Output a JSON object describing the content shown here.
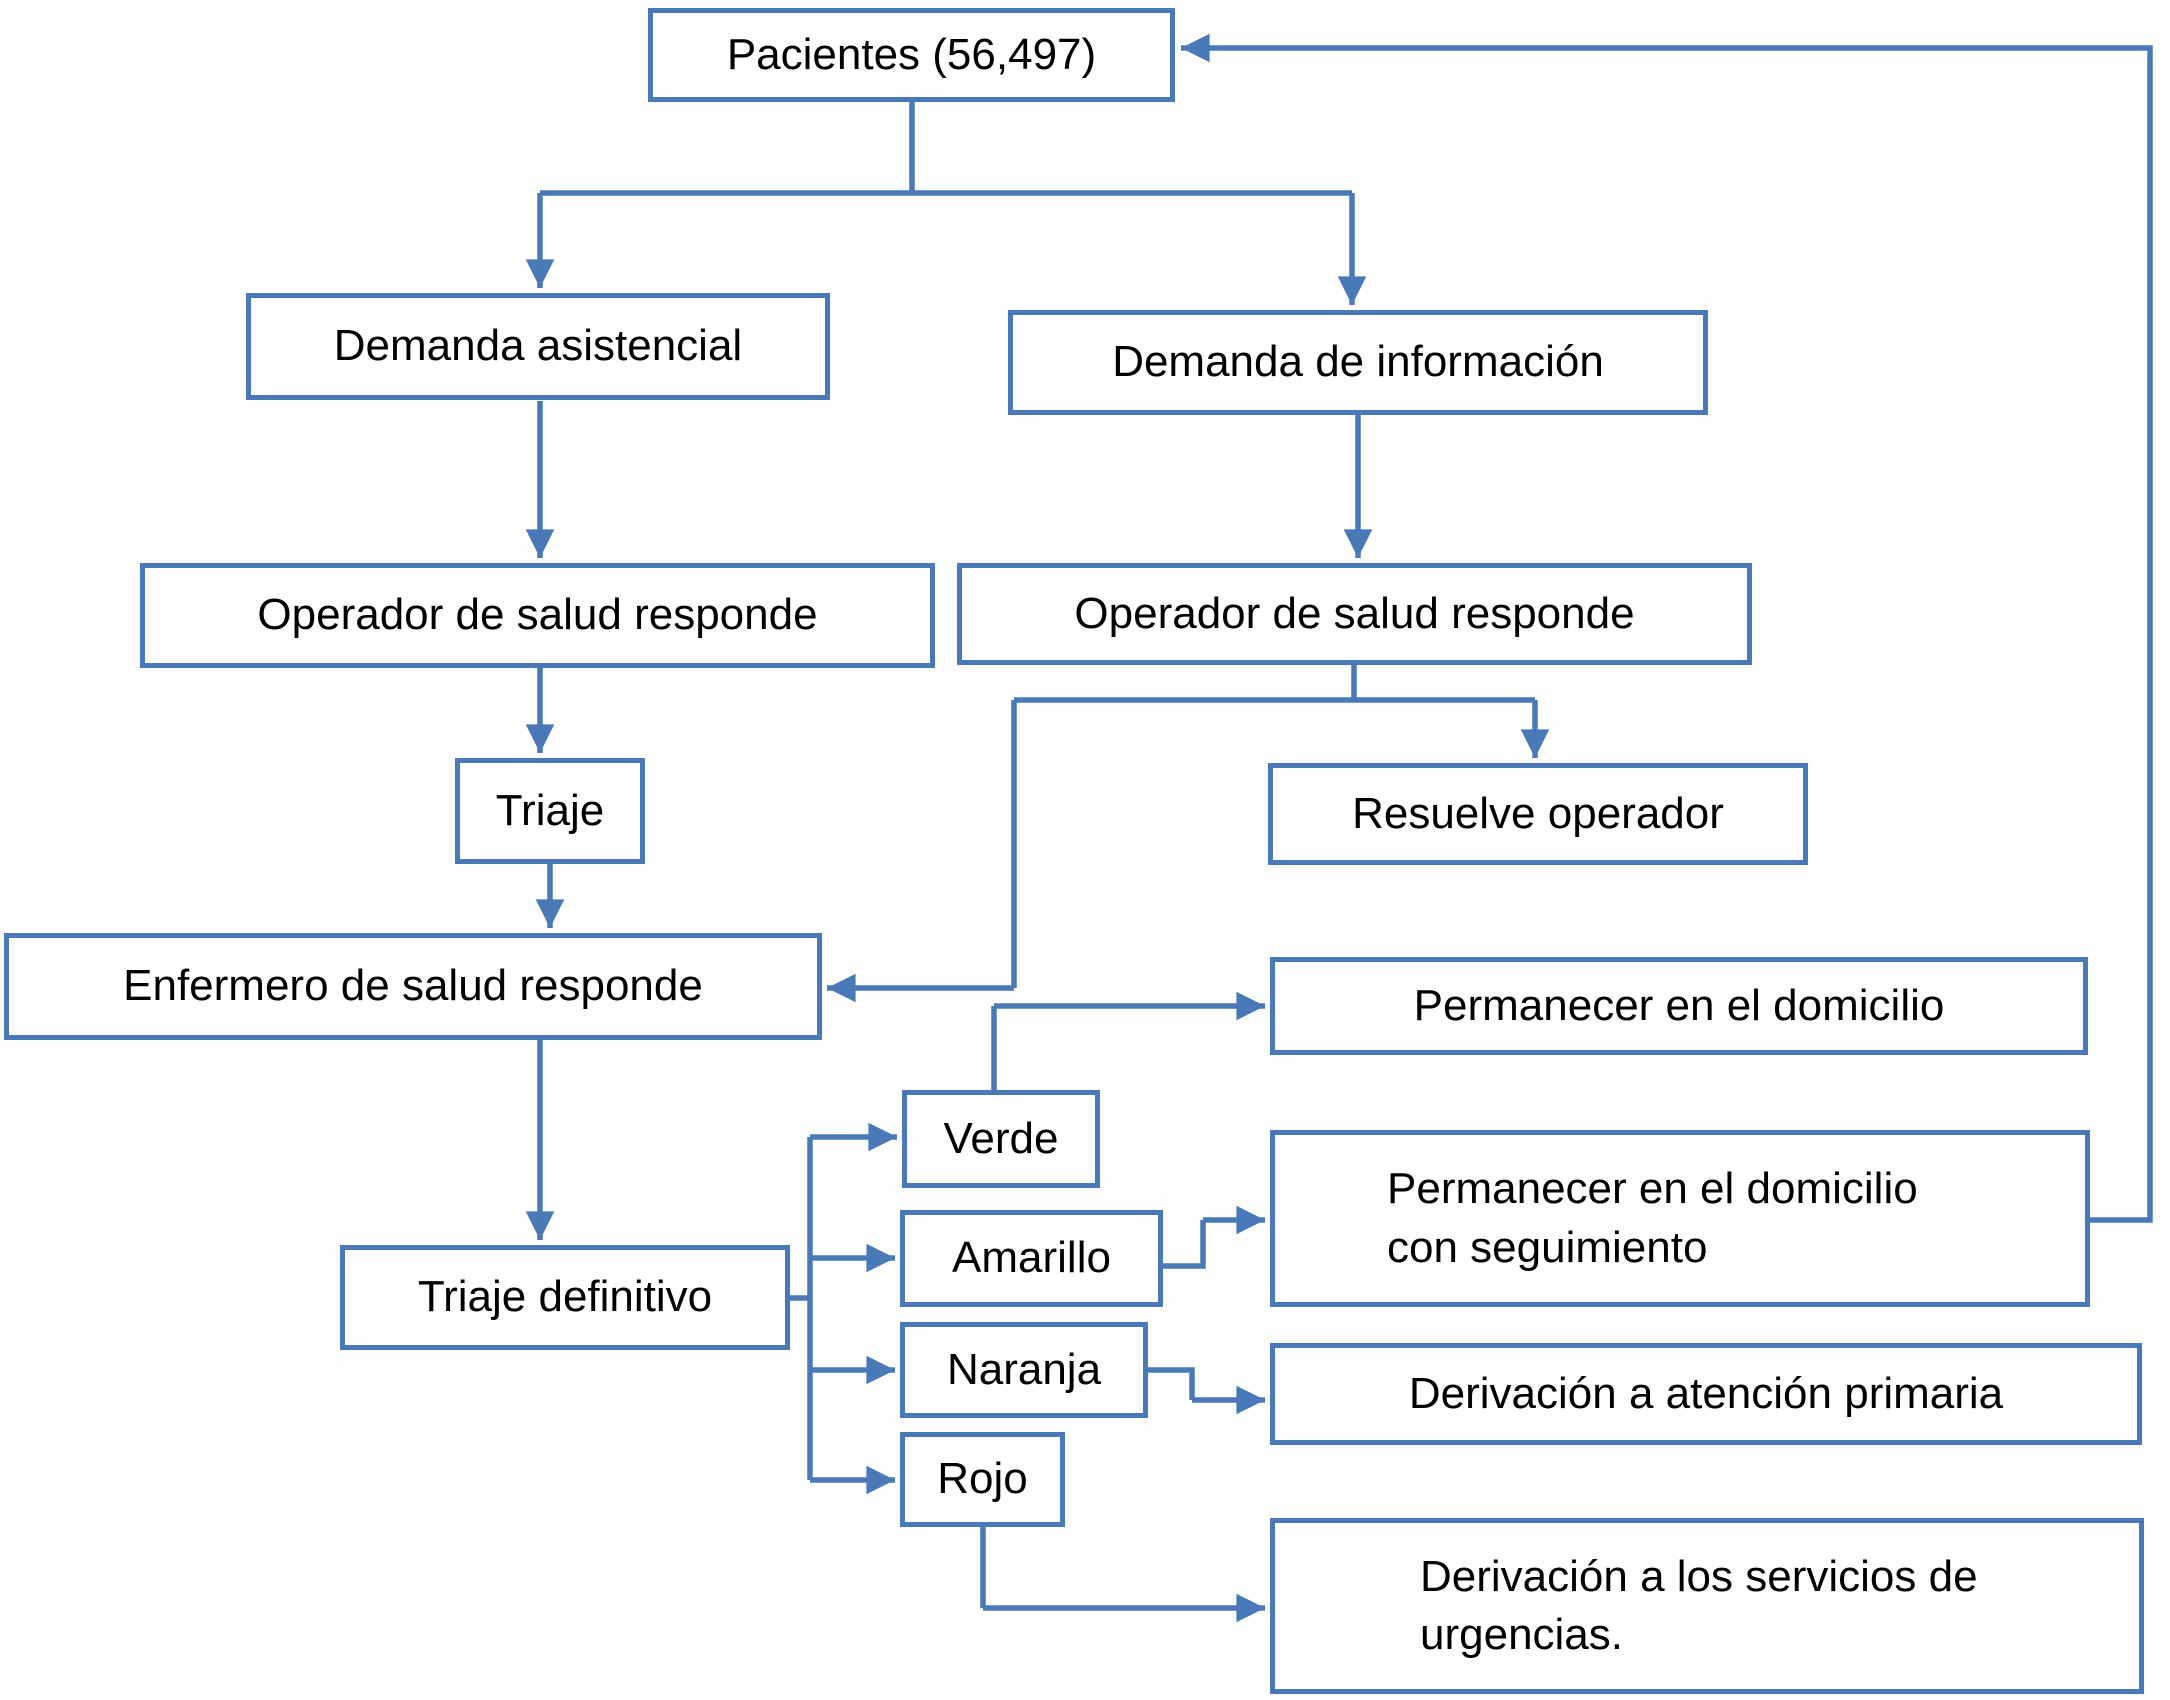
{
  "diagram": {
    "type": "flowchart",
    "language": "es",
    "accent_color": "#4a79b8",
    "box_background": "#fefefe",
    "page_background": "#fdfdfc",
    "text_color": "#000000",
    "nodes": {
      "pacientes": {
        "label": "Pacientes (56,497)"
      },
      "demanda_asistencial": {
        "label": "Demanda asistencial"
      },
      "demanda_informacion": {
        "label": "Demanda de información"
      },
      "operador_asistencial": {
        "label": "Operador de salud responde"
      },
      "operador_informacion": {
        "label": "Operador de salud responde"
      },
      "triaje": {
        "label": "Triaje"
      },
      "resuelve_operador": {
        "label": "Resuelve operador"
      },
      "enfermero": {
        "label": "Enfermero de salud responde"
      },
      "triaje_definitivo": {
        "label": "Triaje definitivo"
      },
      "verde": {
        "label": "Verde"
      },
      "amarillo": {
        "label": "Amarillo"
      },
      "naranja": {
        "label": "Naranja"
      },
      "rojo": {
        "label": "Rojo"
      },
      "permanecer_domicilio": {
        "label": "Permanecer en el domicilio"
      },
      "permanecer_seguimiento": {
        "label": "Permanecer en el domicilio\ncon seguimiento"
      },
      "derivacion_primaria": {
        "label": "Derivación a atención primaria"
      },
      "derivacion_urgencias": {
        "label": "Derivación a los servicios de\nurgencias."
      }
    },
    "edges": [
      {
        "from": "pacientes",
        "to": "demanda_asistencial"
      },
      {
        "from": "pacientes",
        "to": "demanda_informacion"
      },
      {
        "from": "demanda_asistencial",
        "to": "operador_asistencial"
      },
      {
        "from": "demanda_informacion",
        "to": "operador_informacion"
      },
      {
        "from": "operador_asistencial",
        "to": "triaje"
      },
      {
        "from": "triaje",
        "to": "enfermero"
      },
      {
        "from": "operador_informacion",
        "to": "resuelve_operador"
      },
      {
        "from": "operador_informacion",
        "to": "enfermero"
      },
      {
        "from": "enfermero",
        "to": "triaje_definitivo"
      },
      {
        "from": "triaje_definitivo",
        "to": "verde"
      },
      {
        "from": "triaje_definitivo",
        "to": "amarillo"
      },
      {
        "from": "triaje_definitivo",
        "to": "naranja"
      },
      {
        "from": "triaje_definitivo",
        "to": "rojo"
      },
      {
        "from": "verde",
        "to": "permanecer_domicilio"
      },
      {
        "from": "amarillo",
        "to": "permanecer_seguimiento"
      },
      {
        "from": "naranja",
        "to": "derivacion_primaria"
      },
      {
        "from": "rojo",
        "to": "derivacion_urgencias"
      },
      {
        "from": "permanecer_seguimiento",
        "to": "pacientes"
      }
    ]
  }
}
